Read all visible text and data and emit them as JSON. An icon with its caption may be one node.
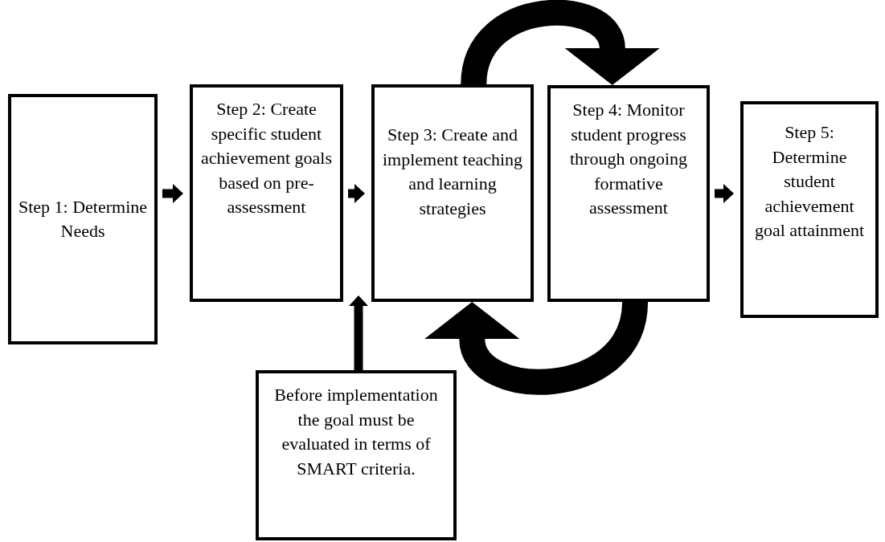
{
  "diagram": {
    "nodes": [
      {
        "text": [
          "Step 1: Determine Needs"
        ]
      },
      {
        "text": [
          "Step 2: Create specific student achievement goals based on pre-assessment"
        ]
      },
      {
        "text": [
          "Step 3: Create and implement teaching and learning strategies"
        ]
      },
      {
        "text": [
          "Step 4: Monitor student progress through ongoing formative assessment"
        ]
      },
      {
        "text": [
          "Step 5: Determine student achievement goal attainment"
        ]
      },
      {
        "text": [
          "Before implementation the goal must be evaluated in terms of SMART criteria."
        ]
      }
    ],
    "edges": [
      {
        "from": 0,
        "to": 1,
        "arrow": "to"
      },
      {
        "from": 1,
        "to": 2,
        "arrow": "to"
      },
      {
        "from": 3,
        "to": 4,
        "arrow": "to"
      },
      {
        "from": 5,
        "to": 1,
        "arrow": "to"
      },
      {
        "from": 2,
        "to": 3,
        "arrow": "to",
        "style": "thick"
      },
      {
        "from": 3,
        "to": 2,
        "arrow": "to",
        "style": "thick"
      }
    ]
  }
}
